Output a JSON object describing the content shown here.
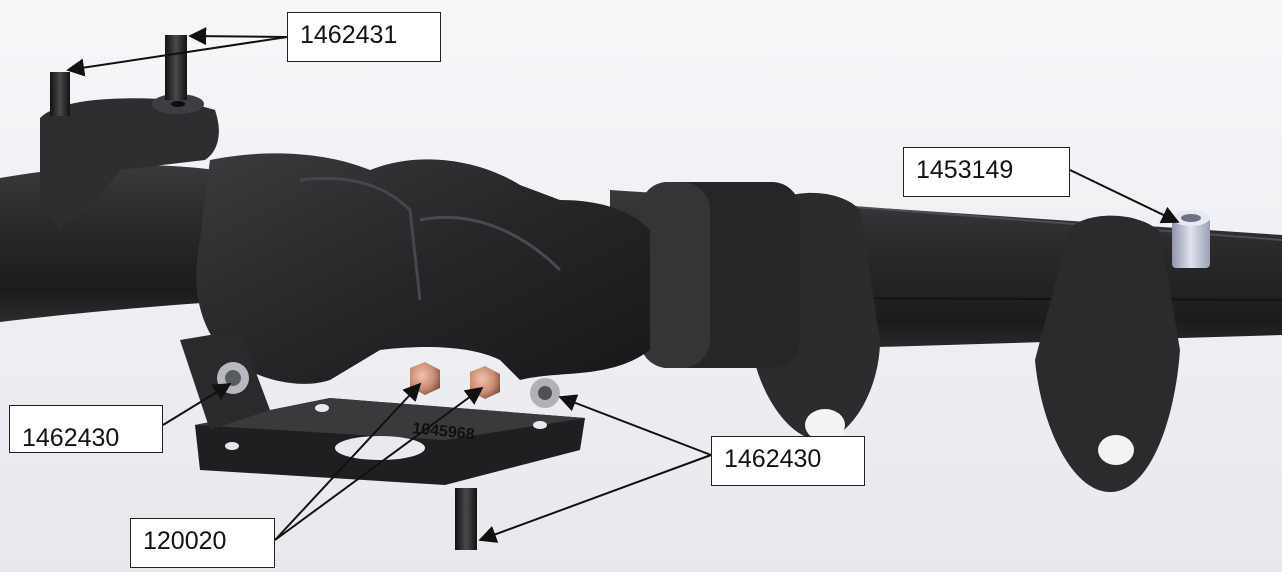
{
  "callouts": {
    "top_studs": "1462431",
    "fitting": "1453149",
    "left_nut": "1462430",
    "right_nut_stud": "1462430",
    "copper_nuts": "120020"
  },
  "part_stamp": "1045968",
  "colors": {
    "body": "#2b2b2d",
    "body_dark": "#1b1b1c",
    "highlight": "#4a4a4e",
    "copper": "#c98b72",
    "fitting": "#b9bfd2",
    "arrow": "#111111"
  }
}
